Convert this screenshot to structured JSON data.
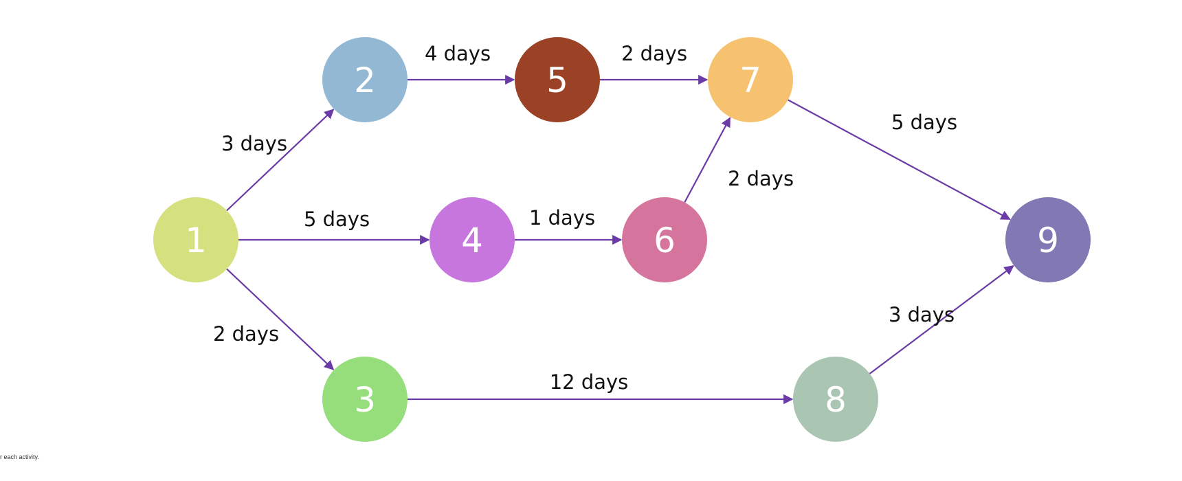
{
  "colors": {
    "edge": "#6a3aa6",
    "nodes": {
      "1": "#d5e17f",
      "2": "#92b8d3",
      "3": "#96dd7c",
      "4": "#c776de",
      "5": "#9b4226",
      "6": "#d5759d",
      "7": "#f6c270",
      "8": "#aac5b2",
      "9": "#8278b3"
    }
  },
  "nodes": [
    {
      "id": "1",
      "label": "1"
    },
    {
      "id": "2",
      "label": "2"
    },
    {
      "id": "3",
      "label": "3"
    },
    {
      "id": "4",
      "label": "4"
    },
    {
      "id": "5",
      "label": "5"
    },
    {
      "id": "6",
      "label": "6"
    },
    {
      "id": "7",
      "label": "7"
    },
    {
      "id": "8",
      "label": "8"
    },
    {
      "id": "9",
      "label": "9"
    }
  ],
  "edges": [
    {
      "from": "1",
      "to": "2",
      "label": "3 days"
    },
    {
      "from": "1",
      "to": "4",
      "label": "5 days"
    },
    {
      "from": "1",
      "to": "3",
      "label": "2 days"
    },
    {
      "from": "2",
      "to": "5",
      "label": "4 days"
    },
    {
      "from": "5",
      "to": "7",
      "label": "2 days"
    },
    {
      "from": "4",
      "to": "6",
      "label": "1 days"
    },
    {
      "from": "6",
      "to": "7",
      "label": "2 days"
    },
    {
      "from": "7",
      "to": "9",
      "label": "5 days"
    },
    {
      "from": "3",
      "to": "8",
      "label": "12 days"
    },
    {
      "from": "8",
      "to": "9",
      "label": "3 days"
    }
  ],
  "footnote": "r each activity."
}
